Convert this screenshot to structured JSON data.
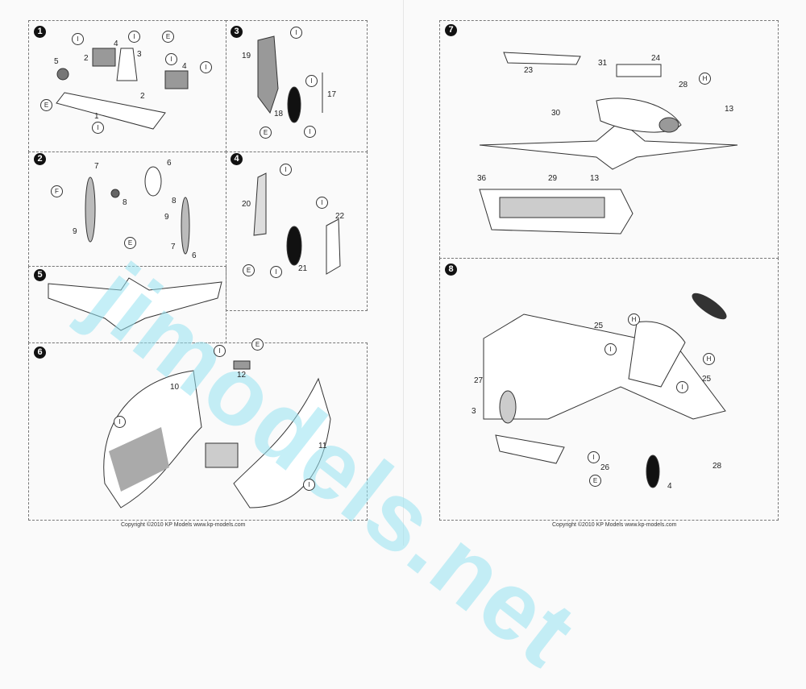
{
  "watermark": "jimodels.net",
  "copyright_left": "Copyright ©2010 KP Models www.kp-models.com",
  "copyright_right": "Copyright ©2010 KP Models www.kp-models.com",
  "steps": [
    "1",
    "2",
    "3",
    "4",
    "5",
    "6",
    "7",
    "8"
  ],
  "callouts": {
    "p1": [
      "I",
      "I",
      "E",
      "I",
      "I",
      "E",
      "I"
    ],
    "p1n": [
      "5",
      "2",
      "4",
      "3",
      "2",
      "4",
      "1"
    ],
    "p3": [
      "I",
      "I",
      "E",
      "I"
    ],
    "p3n": [
      "19",
      "17",
      "18"
    ],
    "p2": [
      "F",
      "E"
    ],
    "p2n": [
      "7",
      "8",
      "6",
      "8",
      "9",
      "9",
      "7",
      "6"
    ],
    "p4": [
      "I",
      "I",
      "E",
      "I"
    ],
    "p4n": [
      "20",
      "22",
      "21"
    ],
    "p6": [
      "I",
      "E",
      "I",
      "I"
    ],
    "p6n": [
      "12",
      "10",
      "11"
    ],
    "p7": [
      "H"
    ],
    "p7n": [
      "24",
      "31",
      "23",
      "28",
      "13",
      "30",
      "36",
      "29",
      "13"
    ],
    "p8": [
      "H",
      "H",
      "I",
      "I",
      "I",
      "E"
    ],
    "p8n": [
      "25",
      "25",
      "27",
      "3",
      "26",
      "4",
      "28"
    ]
  }
}
